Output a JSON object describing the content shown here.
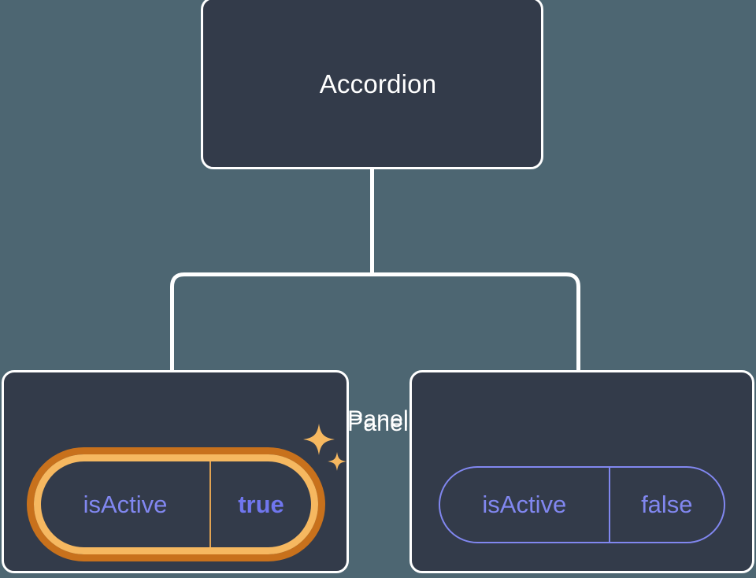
{
  "diagram": {
    "type": "component-tree",
    "background_color": "#4d6672",
    "node_fill_color": "#333b4a",
    "node_border_color": "#ffffff",
    "connector_color": "#ffffff",
    "accent_highlight_color": "#f6b860",
    "accent_glow_color": "#c8711c",
    "prop_text_color": "#8187f0"
  },
  "root": {
    "label": "Accordion"
  },
  "children": [
    {
      "label": "Panel",
      "highlighted": true,
      "prop": {
        "key": "isActive",
        "value": "true",
        "value_bold": true
      },
      "decorations": [
        "sparkle-large-icon",
        "sparkle-small-icon"
      ]
    },
    {
      "label": "Panel",
      "highlighted": false,
      "prop": {
        "key": "isActive",
        "value": "false",
        "value_bold": false
      },
      "decorations": []
    }
  ]
}
